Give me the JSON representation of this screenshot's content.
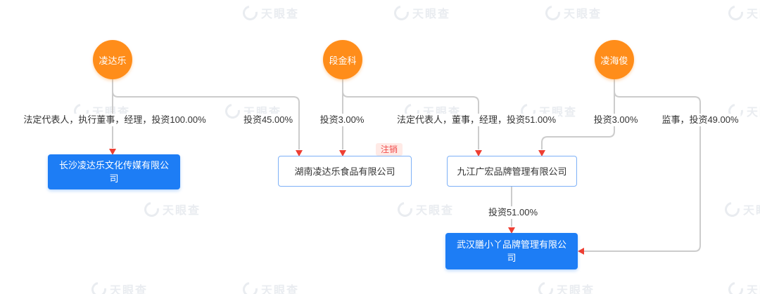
{
  "diagram": {
    "persons": [
      {
        "name": "凌达乐"
      },
      {
        "name": "段金科"
      },
      {
        "name": "凌海俊"
      }
    ],
    "companies": [
      {
        "name": "长沙凌达乐文化传媒有限公司",
        "status_badge": ""
      },
      {
        "name": "湖南凌达乐食品有限公司",
        "status_badge": "注销"
      },
      {
        "name": "九江广宏品牌管理有限公司",
        "status_badge": ""
      },
      {
        "name": "武汉膳小丫品牌管理有限公司",
        "status_badge": ""
      }
    ],
    "edges": [
      {
        "from": "凌达乐",
        "to": "长沙凌达乐文化传媒有限公司",
        "label": "法定代表人，执行董事，经理，投资100.00%"
      },
      {
        "from": "凌达乐",
        "to": "湖南凌达乐食品有限公司",
        "label": "投资45.00%"
      },
      {
        "from": "段金科",
        "to": "湖南凌达乐食品有限公司",
        "label": "投资3.00%"
      },
      {
        "from": "段金科",
        "to": "九江广宏品牌管理有限公司",
        "label": "法定代表人，董事，经理，投资51.00%"
      },
      {
        "from": "凌海俊",
        "to": "九江广宏品牌管理有限公司",
        "label": "投资3.00%"
      },
      {
        "from": "凌海俊",
        "to": "武汉膳小丫品牌管理有限公司",
        "label": "监事，投资49.00%"
      },
      {
        "from": "九江广宏品牌管理有限公司",
        "to": "武汉膳小丫品牌管理有限公司",
        "label": "投资51.00%"
      }
    ]
  },
  "watermark": {
    "text": "天眼查"
  },
  "colors": {
    "person_fill": "#ff8d1a",
    "company_fill": "#1d7df5",
    "company_border": "#7eb1f7",
    "line": "#cccccc",
    "arrow": "#ee3f33",
    "badge_text": "#f04b4b",
    "badge_bg": "#ffeae6",
    "label_text": "#333333",
    "watermark": "#e9ecf0"
  }
}
